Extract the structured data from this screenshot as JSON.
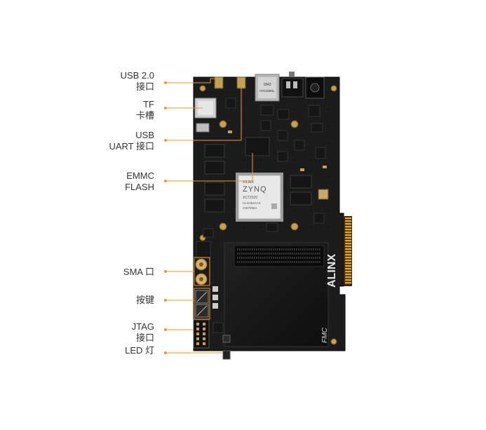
{
  "colors": {
    "accent": "#f0952a",
    "pcb": "#1a1a1a",
    "text": "#333333",
    "gold": "#d9a63c"
  },
  "labels": [
    {
      "id": "usb20",
      "lines": [
        "USB 2.0",
        "接口"
      ]
    },
    {
      "id": "tf",
      "lines": [
        "TF",
        "卡槽"
      ]
    },
    {
      "id": "uart",
      "lines": [
        "USB",
        "UART 接口"
      ]
    },
    {
      "id": "emmc",
      "lines": [
        "EMMC",
        "FLASH"
      ]
    },
    {
      "id": "sma",
      "lines": [
        "SMA 口"
      ]
    },
    {
      "id": "key",
      "lines": [
        "按键"
      ]
    },
    {
      "id": "jtag",
      "lines": [
        "JTAG",
        "接口"
      ]
    },
    {
      "id": "led",
      "lines": [
        "LED 灯"
      ]
    }
  ],
  "board": {
    "brand": "ALINX",
    "fmc": "FMC",
    "chip_brand": "XILINX",
    "chip_name": "ZYNQ",
    "chip_part": "XC7Z020",
    "chip_code": "CLG484AAX",
    "chip_date": "2187556A",
    "eth_text": "HX1188NL",
    "eth_code": "1843"
  }
}
